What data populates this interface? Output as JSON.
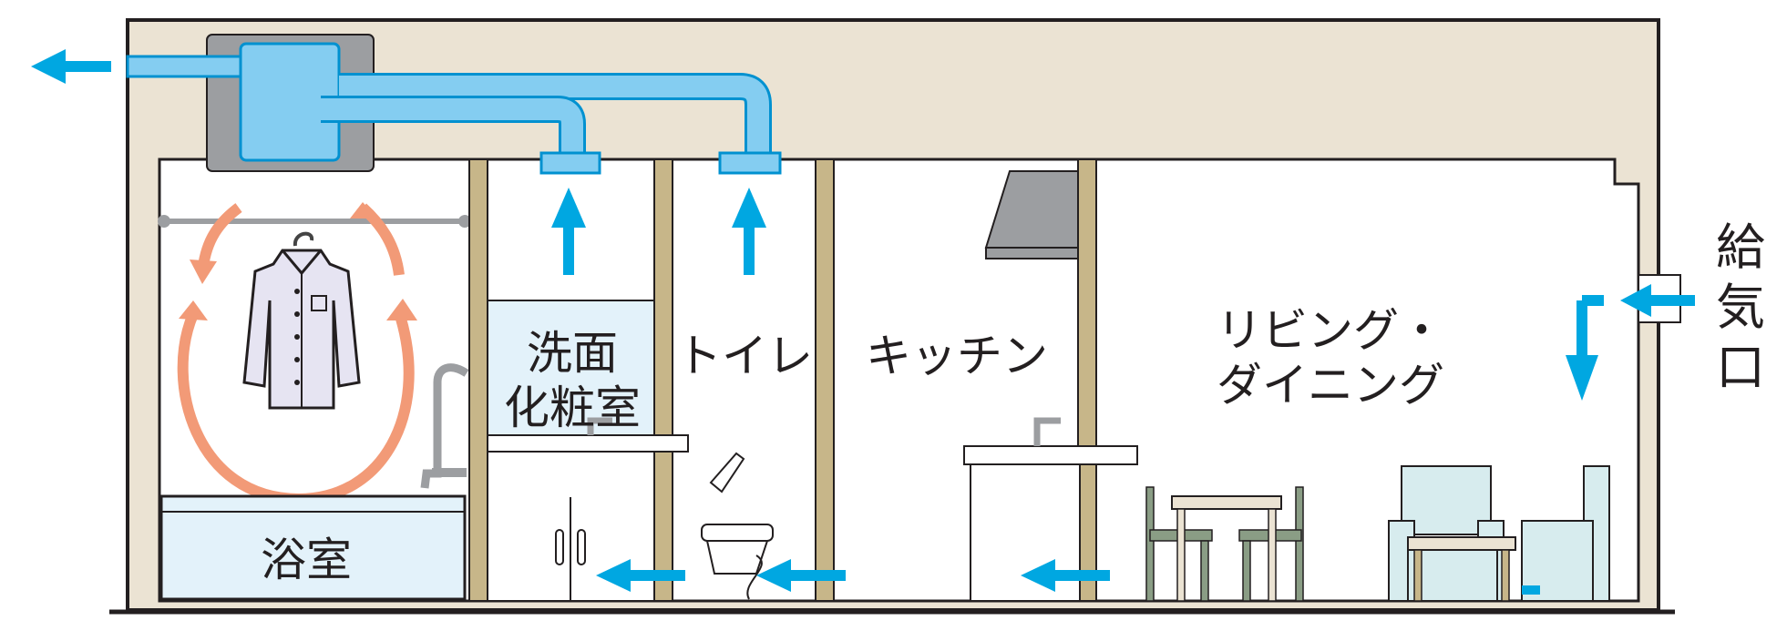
{
  "rooms": {
    "bathroom": "浴室",
    "washroom_line1": "洗面",
    "washroom_line2": "化粧室",
    "toilet": "トイレ",
    "kitchen": "キッチン",
    "living_line1": "リビング・",
    "living_line2": "ダイニング"
  },
  "supply_inlet": {
    "char1": "給",
    "char2": "気",
    "char3": "口"
  },
  "colors": {
    "wall_fill": "#ebe3d3",
    "wall_stroke": "#231f20",
    "duct_fill": "#84cdf1",
    "duct_stroke": "#0091d0",
    "airflow_arrow": "#00a7e1",
    "circulation_arrow": "#f29a77",
    "bathtub_fill": "#e3f2fa",
    "unit_gray": "#9c9ea1",
    "pillar_fill": "#c7b689"
  }
}
